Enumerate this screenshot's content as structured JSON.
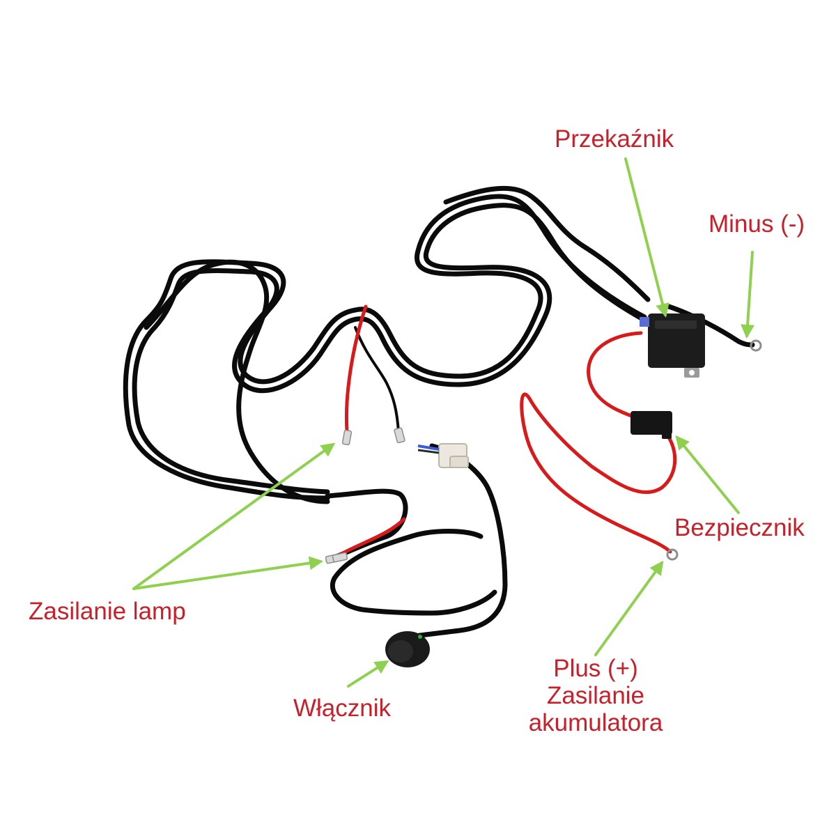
{
  "colors": {
    "label": "#c8202a",
    "arrow": "#8fd14f",
    "wire_black": "#0b0b0b",
    "wire_red": "#d81a1a",
    "background": "#ffffff"
  },
  "labels": {
    "relay": "Przekaźnik",
    "minus": "Minus (-)",
    "fuse": "Bezpiecznik",
    "lamp_power": "Zasilanie lamp",
    "switch": "Włącznik",
    "plus_line1": "Plus (+)",
    "plus_line2": "Zasilanie",
    "plus_line3": "akumulatora"
  },
  "components": {
    "relay": "relay-block",
    "fuse": "inline-fuse-holder",
    "switch": "rocker-switch",
    "connector": "white-plug-connector",
    "terminals": "spade-and-ring-terminals"
  }
}
